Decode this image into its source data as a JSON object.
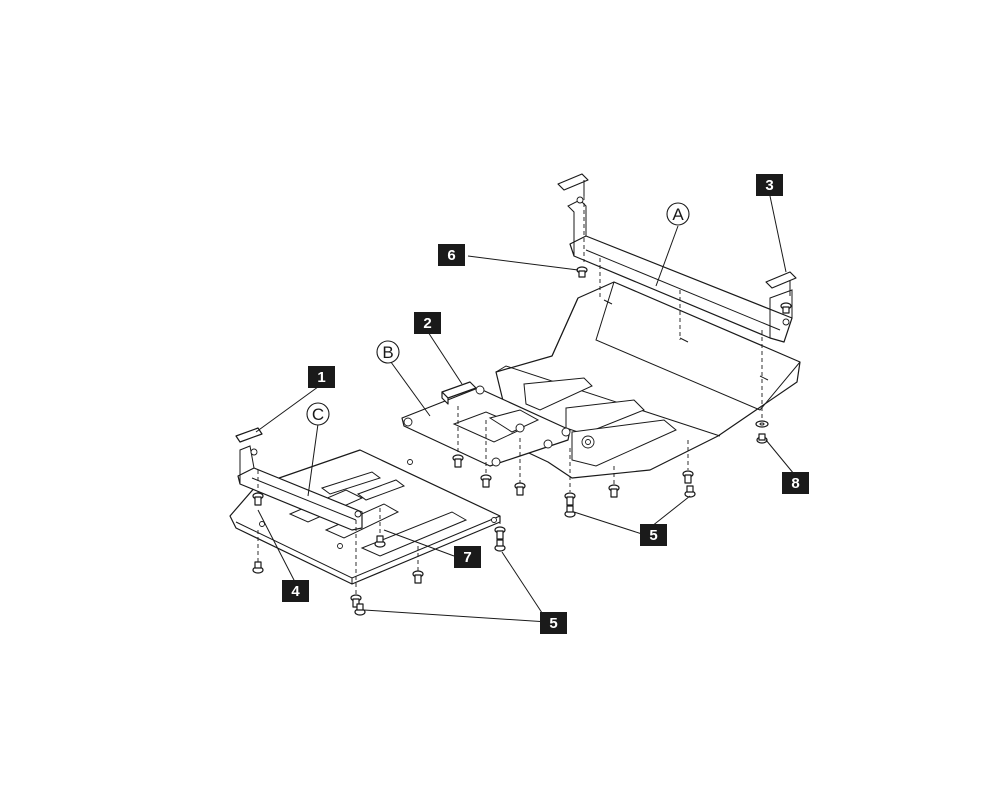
{
  "callouts": [
    {
      "id": "1",
      "label": "1"
    },
    {
      "id": "2",
      "label": "2"
    },
    {
      "id": "3",
      "label": "3"
    },
    {
      "id": "4",
      "label": "4"
    },
    {
      "id": "5a",
      "label": "5"
    },
    {
      "id": "5b",
      "label": "5"
    },
    {
      "id": "6",
      "label": "6"
    },
    {
      "id": "7",
      "label": "7"
    },
    {
      "id": "8",
      "label": "8"
    }
  ],
  "detail_markers": [
    {
      "id": "A",
      "label": "A"
    },
    {
      "id": "B",
      "label": "B"
    },
    {
      "id": "C",
      "label": "C"
    }
  ],
  "colors": {
    "line": "#1a1a1a",
    "background": "#ffffff",
    "label_box": "#1a1a1a",
    "label_text": "#ffffff"
  }
}
